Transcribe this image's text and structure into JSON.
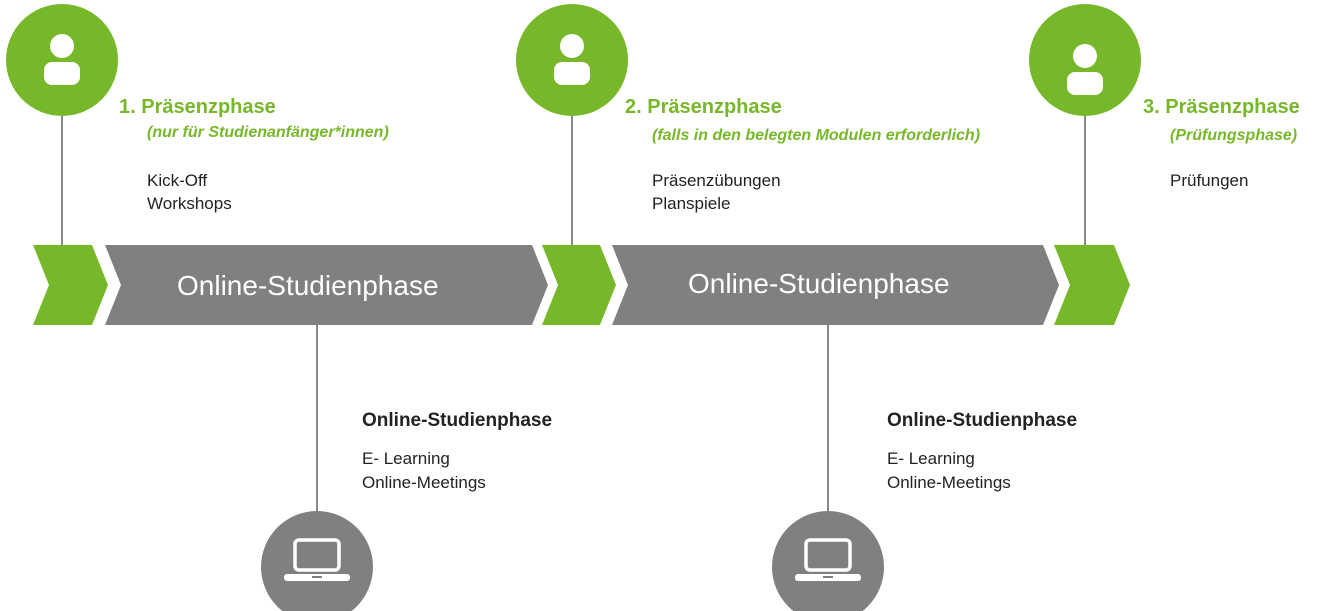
{
  "colors": {
    "green": "#76b82a",
    "gray": "#808080",
    "line_gray": "#8a8a8a",
    "white": "#ffffff",
    "text": "#222222"
  },
  "phases": [
    {
      "title": "1.  Präsenzphase",
      "subtitle": "(nur für Studienanfänger*innen)",
      "items": [
        "Kick-Off",
        "Workshops"
      ],
      "icon": "person-icon"
    },
    {
      "title": "2. Präsenzphase",
      "subtitle": "(falls in den belegten Modulen erforderlich)",
      "items": [
        "Präsenzübungen",
        "Planspiele"
      ],
      "icon": "person-icon"
    },
    {
      "title": "3. Präsenzphase",
      "subtitle": "(Prüfungsphase)",
      "items": [
        "Prüfungen"
      ],
      "icon": "person-icon"
    }
  ],
  "online_blocks": [
    {
      "label": "Online-Studienphase",
      "heading": "Online-Studienphase",
      "items": [
        "E- Learning",
        "Online-Meetings"
      ],
      "icon": "laptop-icon"
    },
    {
      "label": "Online-Studienphase",
      "heading": "Online-Studienphase",
      "items": [
        "E- Learning",
        "Online-Meetings"
      ],
      "icon": "laptop-icon"
    }
  ]
}
